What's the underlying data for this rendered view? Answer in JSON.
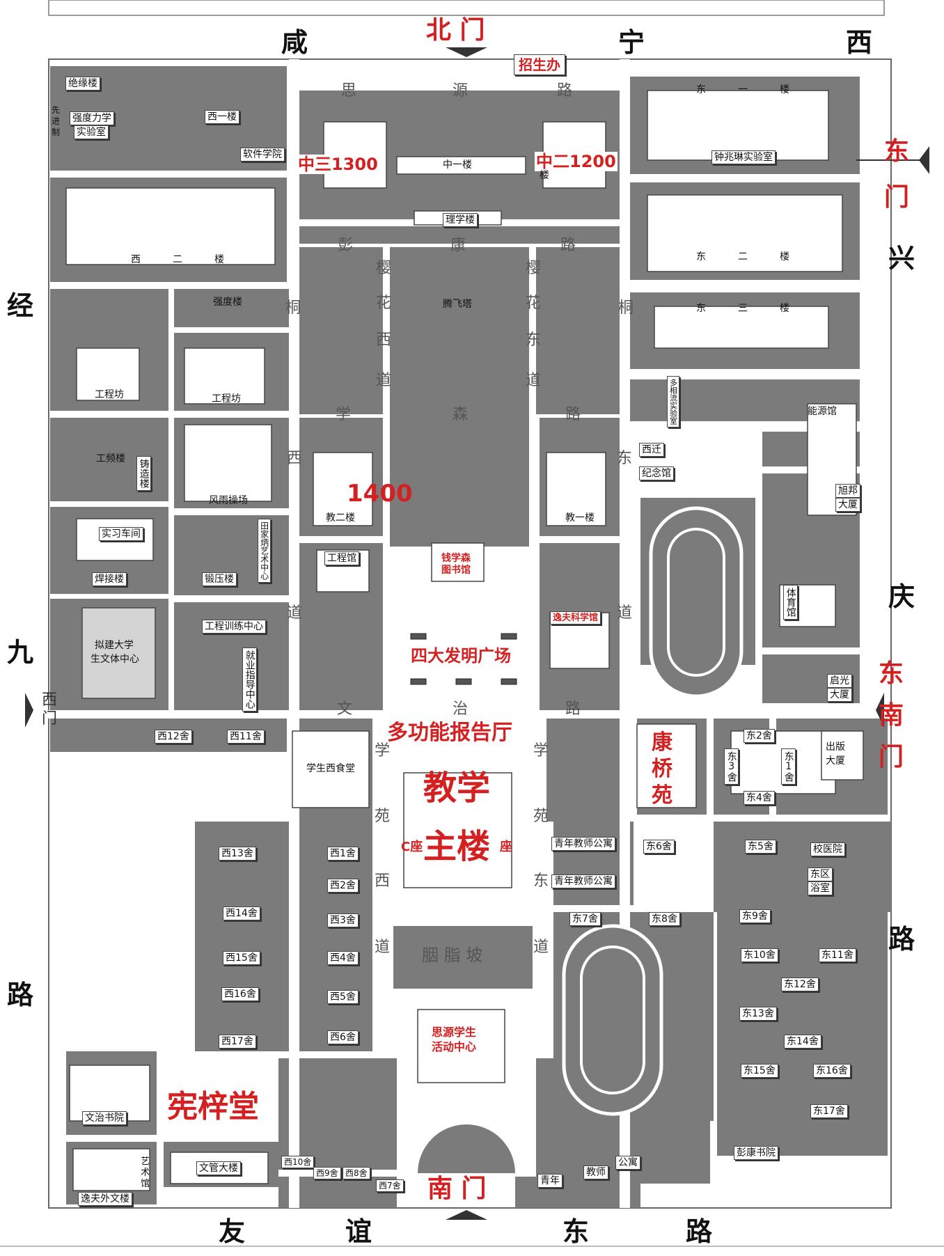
{
  "roads": {
    "north": [
      "咸",
      "宁",
      "西"
    ],
    "east": [
      "兴",
      "庆",
      "路"
    ],
    "south": [
      "友",
      "谊",
      "东",
      "路"
    ],
    "west": [
      "经",
      "九",
      "路"
    ],
    "siyuan": [
      "思",
      "源",
      "路"
    ],
    "pengkang": [
      "彭",
      "康",
      "路"
    ],
    "ying_west": [
      "樱",
      "花",
      "西",
      "道"
    ],
    "ying_east": [
      "樱",
      "花",
      "东",
      "道"
    ],
    "tong_west": "桐",
    "tong_east": "桐",
    "xuesen": [
      "学",
      "森",
      "路"
    ],
    "xi_dao": [
      "西",
      "道"
    ],
    "dong_dao": [
      "东",
      "道"
    ],
    "wenzhi": [
      "文",
      "治",
      "路"
    ],
    "xueyuan_w": [
      "学",
      "苑",
      "西",
      "道"
    ],
    "xueyuan_e": [
      "学",
      "苑",
      "东",
      "道"
    ],
    "yanzhi": "胭 脂 坡"
  },
  "gates": {
    "north": "北 门",
    "east": [
      "东",
      "门"
    ],
    "southeast": [
      "东",
      "南",
      "门"
    ],
    "south": "南 门",
    "west": [
      "西",
      "门"
    ]
  },
  "red_labels": {
    "admissions": "招生办",
    "zhong3": "中三1300",
    "zhong2": "中二1200",
    "room1400": "1400",
    "library": [
      "钱学森",
      "图书馆"
    ],
    "yifu_science": "逸夫科学馆",
    "four_inventions": "四大发明广场",
    "auditorium": "多功能报告厅",
    "main_building_1": "教学",
    "main_building_2": "主楼",
    "c_seat": "C座",
    "seat": "座",
    "kangqiao": [
      "康",
      "桥",
      "苑"
    ],
    "siyuan_center": [
      "思源学生",
      "活动中心"
    ],
    "xianzi": "宪梓堂"
  },
  "buildings": {
    "jueyuan": "绝缘楼",
    "qiangdu_lab": [
      "强度力学",
      "实验室"
    ],
    "xianjin": [
      "先",
      "进",
      "制"
    ],
    "xi1": "西一楼",
    "software": "软件学院",
    "zhong1": "中一楼",
    "zhongyi_side": "楼",
    "lixue": "理学楼",
    "dong1": [
      "东",
      "一",
      "楼"
    ],
    "zhong_lab": "钟兆琳实验室",
    "xi2": [
      "西",
      "二",
      "楼"
    ],
    "dong2": [
      "东",
      "二",
      "楼"
    ],
    "dong3": [
      "东",
      "三",
      "楼"
    ],
    "qiangdu": "强度楼",
    "tengfei": "腾飞塔",
    "gongcheng_fang1": "工程坊",
    "gongcheng_fang2": "工程坊",
    "duoxiang": "多相流实验室",
    "nengyuan": "能源馆",
    "gongpin": "工频楼",
    "zhuzao": "铸造楼",
    "fengyu": "风雨操场",
    "jiao2": "教二楼",
    "jiao1": "教一楼",
    "xiqian": "西迁",
    "jinian": "纪念馆",
    "xubang": [
      "旭邦",
      "大厦"
    ],
    "shixi": "实习车间",
    "tianjia": "田家炳艺术中心",
    "hanjie": "焊接楼",
    "duanya": "锻压楼",
    "gongchengguan": "工程馆",
    "tiyu": "体育馆",
    "nijian": [
      "拟建大学",
      "生文体中心"
    ],
    "gongxun": "工程训练中心",
    "jiuye": "就业指导中心",
    "qiguang": [
      "启光",
      "大厦"
    ],
    "xi12": "西12舍",
    "xi11": "西11舍",
    "xisst": "学生西食堂",
    "dong2she": "东2舍",
    "dong3she": "东3舍",
    "dong1she": "东1舍",
    "dong4she": "东4舍",
    "chuban": [
      "出版",
      "大厦"
    ],
    "xi13": "西13舍",
    "xi1she": "西1舍",
    "qingnian1": "青年教师公寓",
    "dong6": "东6舍",
    "dong5": "东5舍",
    "xiaoyiyuan": "校医院",
    "xi2she": "西2舍",
    "qingnian2": "青年教师公寓",
    "dongqu": [
      "东区",
      "浴室"
    ],
    "xi14": "西14舍",
    "xi3she": "西3舍",
    "dong7": "东7舍",
    "dong8": "东8舍",
    "dong9": "东9舍",
    "xi15": "西15舍",
    "xi4she": "西4舍",
    "dong10": "东10舍",
    "dong11": "东11舍",
    "dong12": "东12舍",
    "xi16": "西16舍",
    "xi5she": "西5舍",
    "dong13": "东13舍",
    "xi17": "西17舍",
    "xi6she": "西6舍",
    "dong14": "东14舍",
    "dong15": "东15舍",
    "dong16": "东16舍",
    "wenzhi_shuyuan": "文治书院",
    "dong17": "东17舍",
    "pengkang_shuyuan": "彭康书院",
    "wenguan": "文管大楼",
    "art": [
      "艺",
      "术",
      "馆"
    ],
    "yifu_wenwai": "逸夫外文楼",
    "xi10": "西10舍",
    "xi9": "西9舍",
    "xi8": "西8舍",
    "xi7": "西7舍",
    "qingnian": "青年",
    "jiaoshi": "教师",
    "gongyu": "公寓"
  },
  "colors": {
    "building": "#7d7d7d",
    "road": "#ffffff",
    "red": "#d42020"
  }
}
